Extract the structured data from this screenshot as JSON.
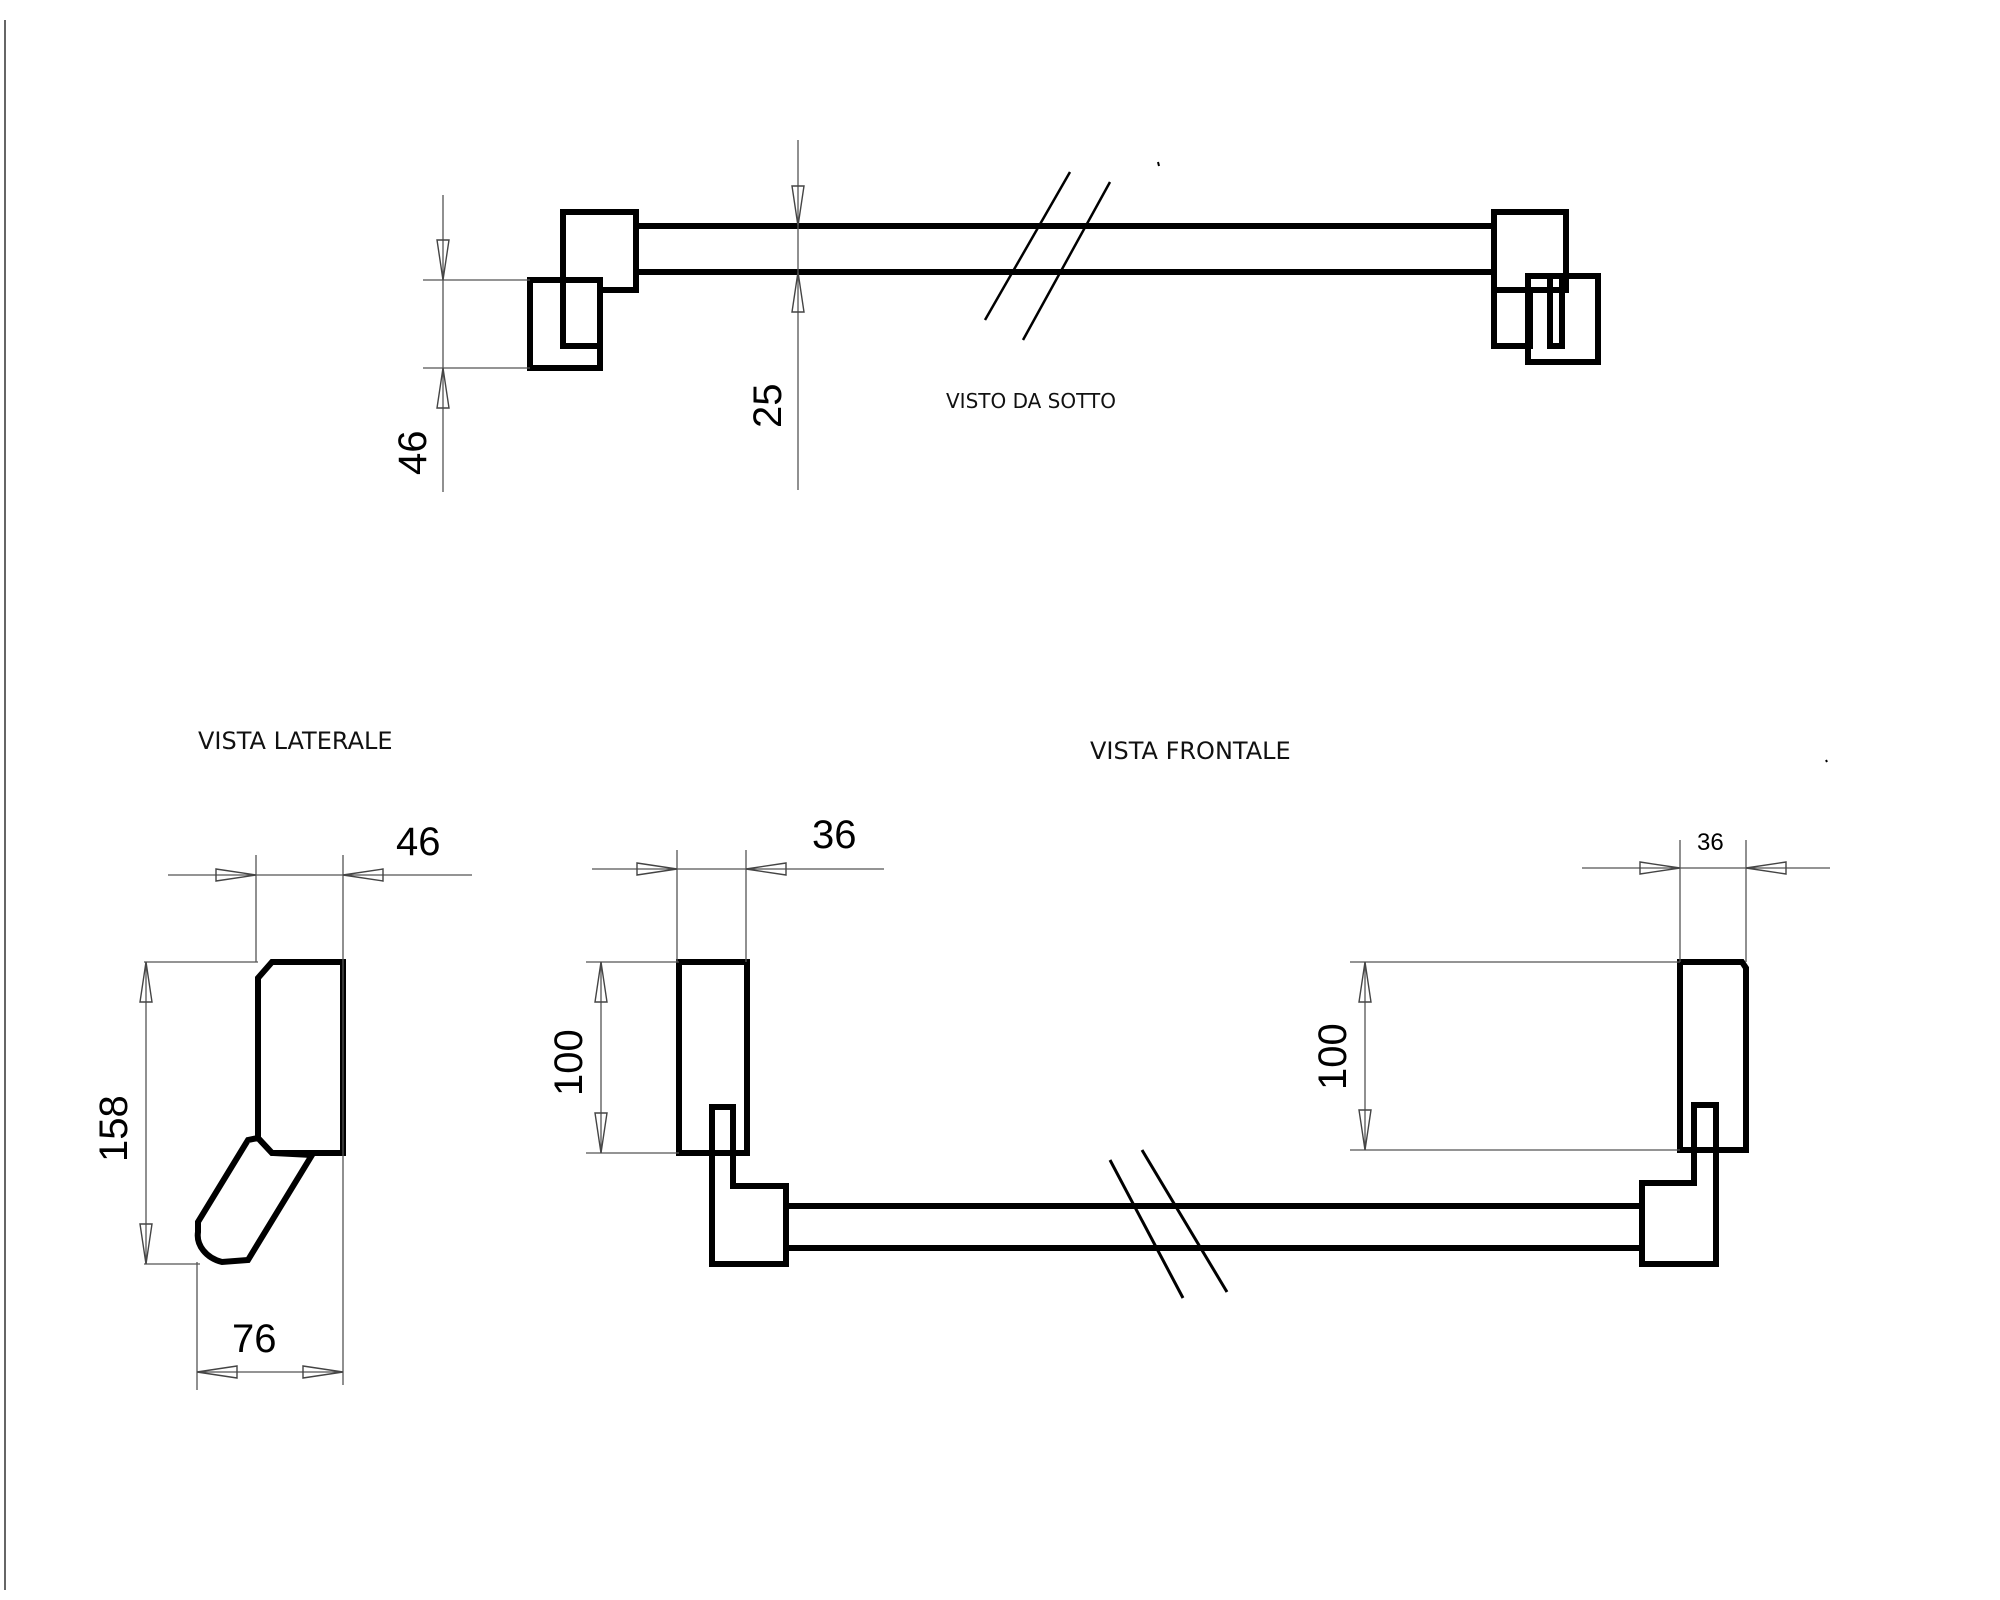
{
  "views": {
    "bottom": {
      "label": "VISTO DA SOTTO",
      "dim_depth": "46",
      "dim_bar": "25"
    },
    "side": {
      "label": "VISTA LATERALE",
      "dim_top": "46",
      "dim_height": "158",
      "dim_bottom": "76"
    },
    "front": {
      "label": "VISTA FRONTALE",
      "dim_left_width": "36",
      "dim_right_width": "36",
      "dim_left_height": "100",
      "dim_right_height": "100"
    }
  }
}
